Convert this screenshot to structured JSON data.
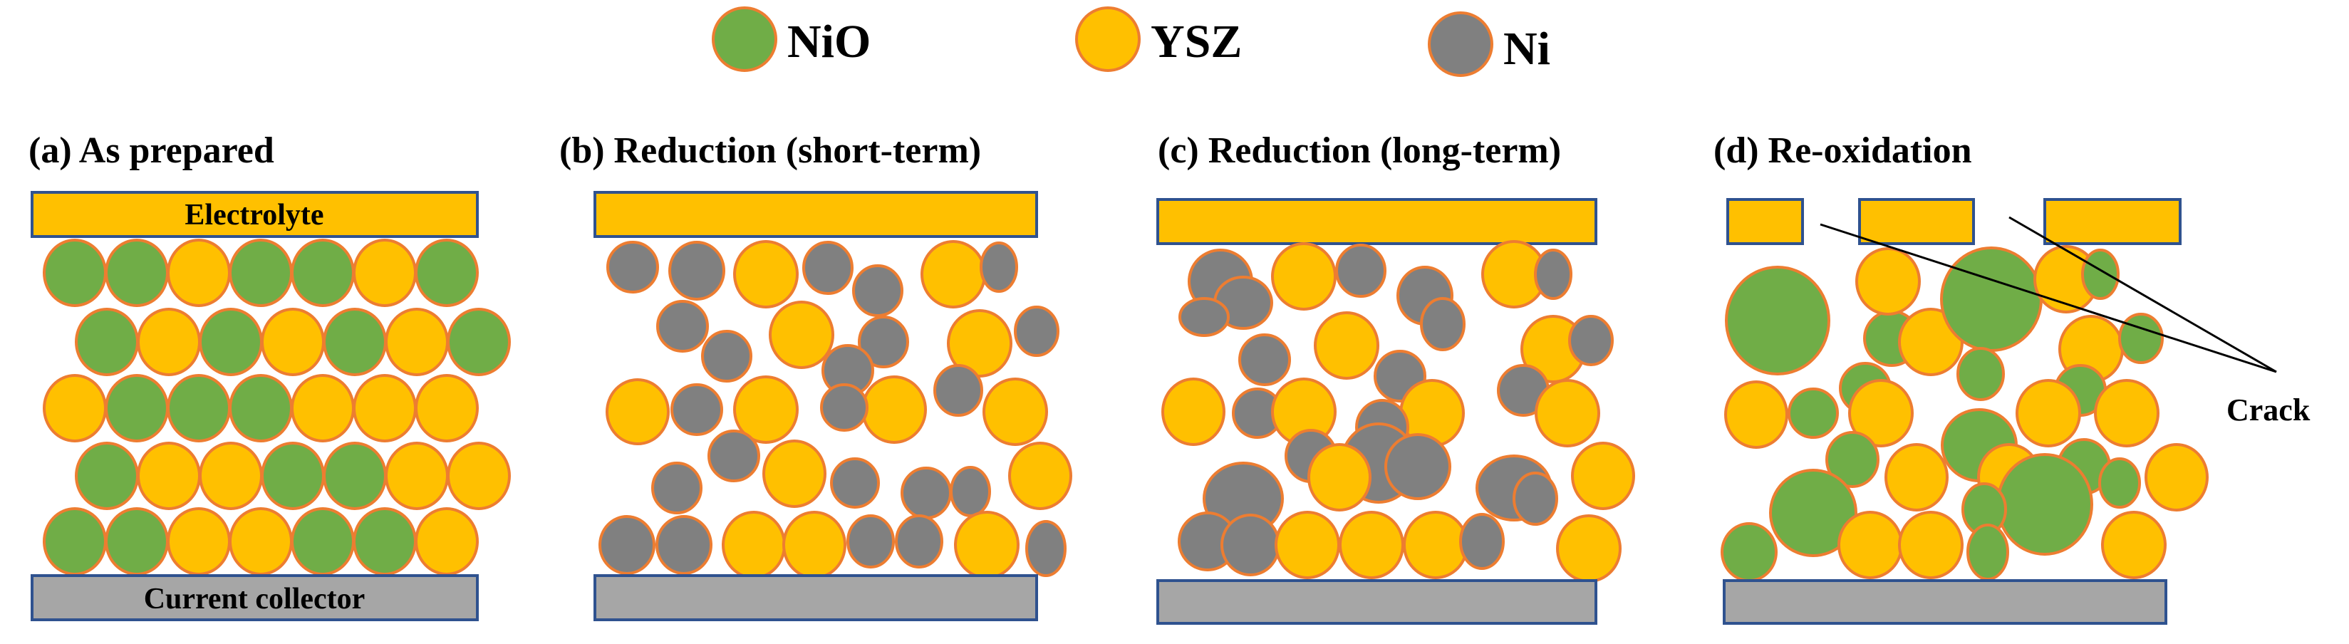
{
  "colors": {
    "nio": "#70ad47",
    "ysz": "#ffc000",
    "ni": "#808080",
    "particle_outline": "#ed7d31",
    "electrolyte": "#ffc000",
    "collector": "#a6a6a6",
    "layer_border": "#2f528f"
  },
  "legend": {
    "nio": "NiO",
    "ysz": "YSZ",
    "ni": "Ni"
  },
  "panels": {
    "a": {
      "title": "(a) As prepared",
      "electrolyte": "Electrolyte",
      "collector": "Current collector"
    },
    "b": {
      "title": "(b) Reduction (short-term)"
    },
    "c": {
      "title": "(c) Reduction (long-term)"
    },
    "d": {
      "title": "(d) Re-oxidation"
    }
  },
  "annotation": {
    "crack": "Crack"
  }
}
